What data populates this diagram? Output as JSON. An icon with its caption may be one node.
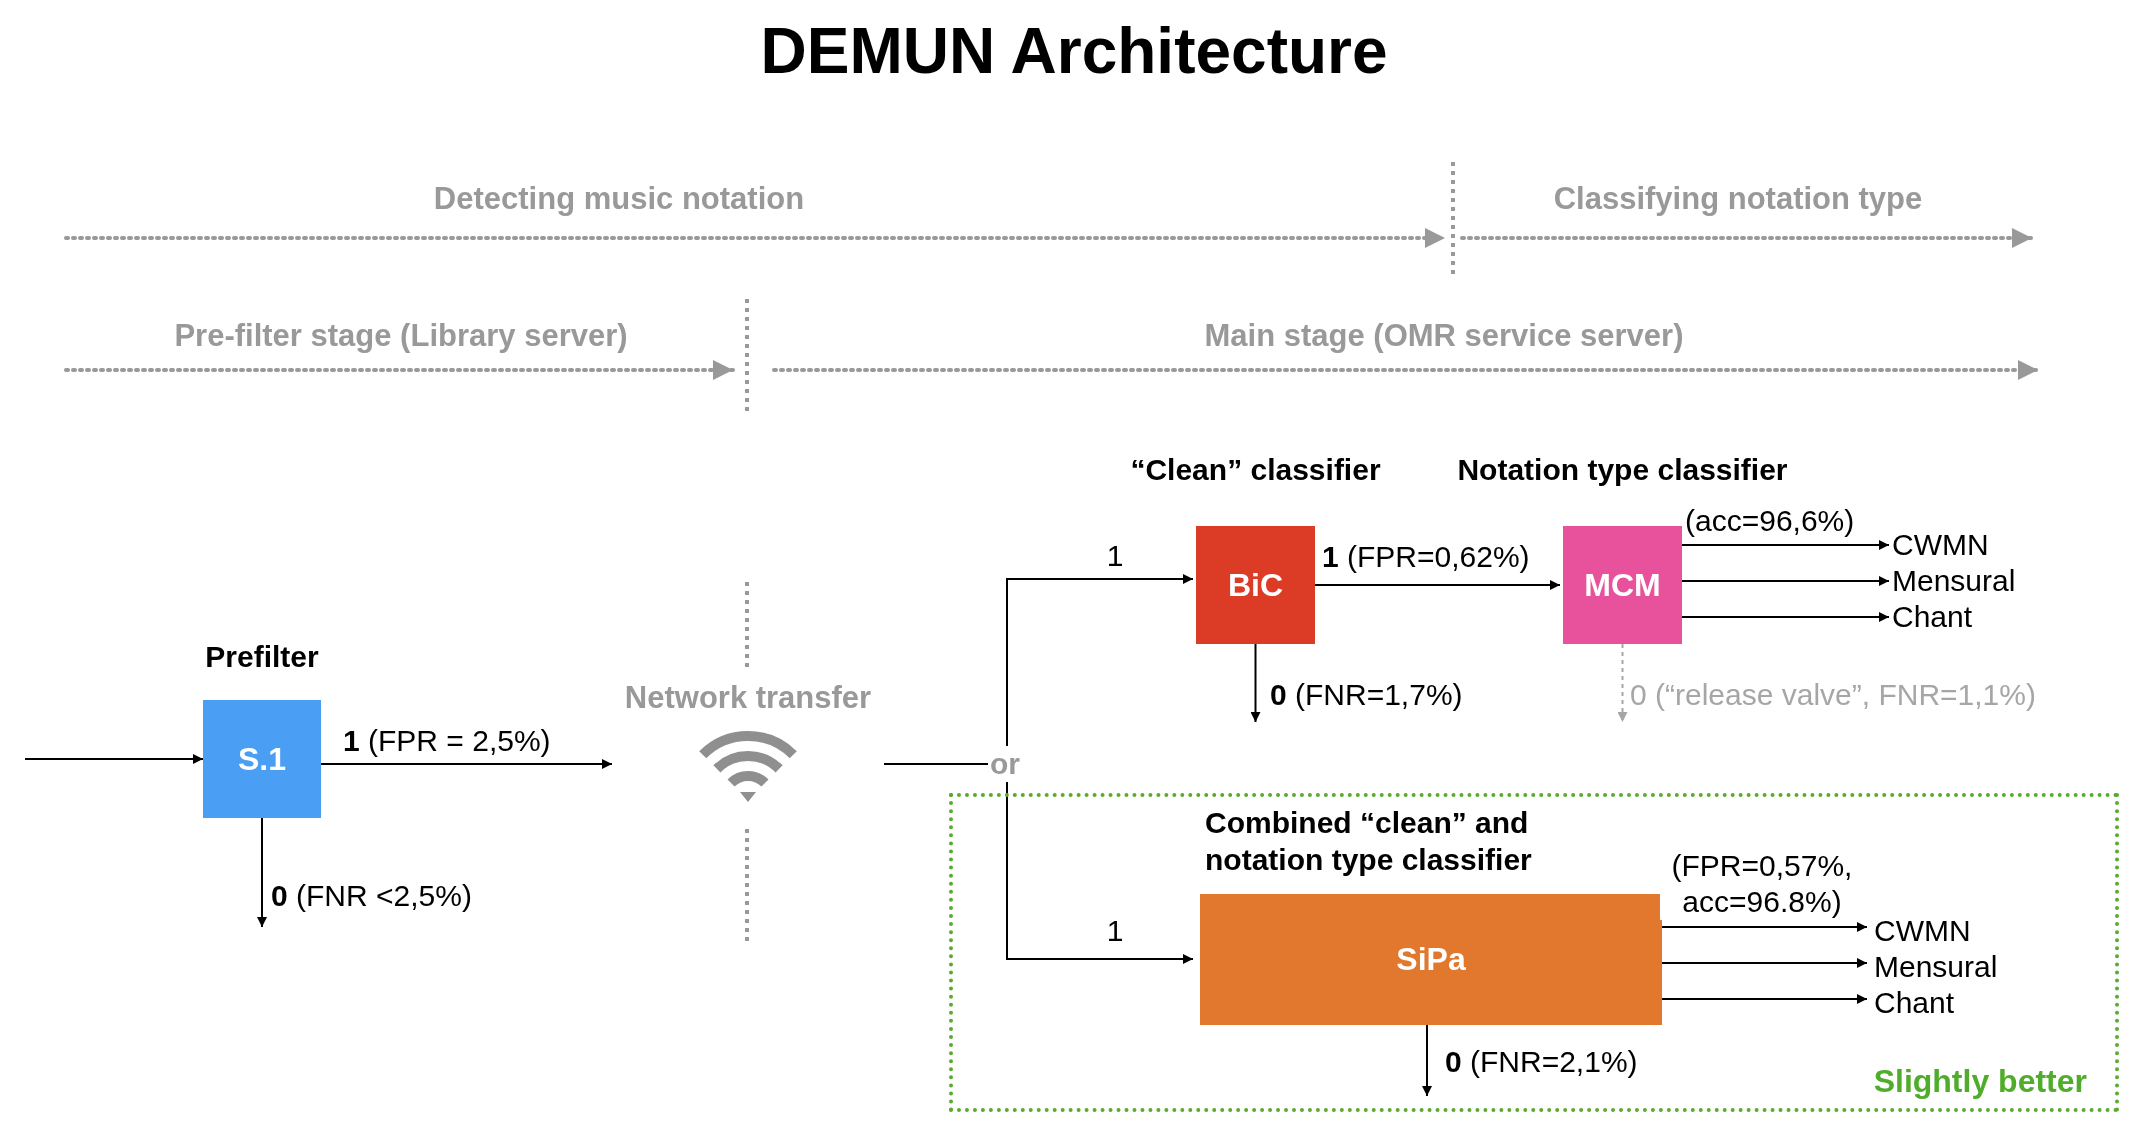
{
  "diagram": {
    "title": "DEMUN Architecture",
    "nodes": [
      {
        "text": [
          "Prefilter",
          "S.1"
        ]
      },
      {
        "text": [
          "Network transfer"
        ]
      },
      {
        "text": [
          "or"
        ]
      },
      {
        "text": [
          "“Clean” classifier",
          "BiC"
        ]
      },
      {
        "text": [
          "Notation type classifier",
          "MCM"
        ]
      },
      {
        "text": [
          "CWMN"
        ]
      },
      {
        "text": [
          "Mensural"
        ]
      },
      {
        "text": [
          "Chant"
        ]
      },
      {
        "text": [
          "Slightly better"
        ]
      },
      {
        "text": [
          "Combined “clean” and notation type classifier",
          "SiPa"
        ],
        "in": 8
      },
      {
        "text": [
          "CWMN"
        ],
        "in": 8
      },
      {
        "text": [
          "Mensural"
        ],
        "in": 8
      },
      {
        "text": [
          "Chant"
        ],
        "in": 8
      }
    ],
    "edges": [
      {
        "from": null,
        "to": 0,
        "arrow": "to"
      },
      {
        "from": 0,
        "to": 1,
        "arrow": "to",
        "label": "**1** (FPR = 2,5%)"
      },
      {
        "from": 0,
        "to": null,
        "arrow": "to",
        "label": "**0** (FNR <2,5%)"
      },
      {
        "from": 1,
        "to": 2,
        "arrow": "none"
      },
      {
        "from": 2,
        "to": 3,
        "arrow": "to",
        "label": "1"
      },
      {
        "from": 2,
        "to": 9,
        "arrow": "to",
        "label": "1"
      },
      {
        "from": 3,
        "to": 4,
        "arrow": "to",
        "label": "**1** (FPR=0,62%)"
      },
      {
        "from": 3,
        "to": null,
        "arrow": "to",
        "label": "**0** (FNR=1,7%)"
      },
      {
        "from": 4,
        "to": 5,
        "arrow": "to",
        "label": "(acc=96,6%)"
      },
      {
        "from": 4,
        "to": 6,
        "arrow": "to"
      },
      {
        "from": 4,
        "to": 7,
        "arrow": "to"
      },
      {
        "from": 4,
        "to": null,
        "arrow": "to",
        "style": "dashed",
        "color": "#a6a6a6",
        "label": "0 (“release valve”, FNR=1,1%)"
      },
      {
        "from": 9,
        "to": 10,
        "arrow": "to",
        "label": "(FPR=0,57%, acc=96.8%)"
      },
      {
        "from": 9,
        "to": 11,
        "arrow": "to"
      },
      {
        "from": 9,
        "to": 12,
        "arrow": "to"
      },
      {
        "from": 9,
        "to": null,
        "arrow": "to",
        "label": "**0** (FNR=2,1%)"
      }
    ],
    "labels": [
      "Detecting music notation",
      "Classifying notation type",
      "Pre-filter stage (Library server)",
      "Main stage (OMR service server)"
    ]
  }
}
